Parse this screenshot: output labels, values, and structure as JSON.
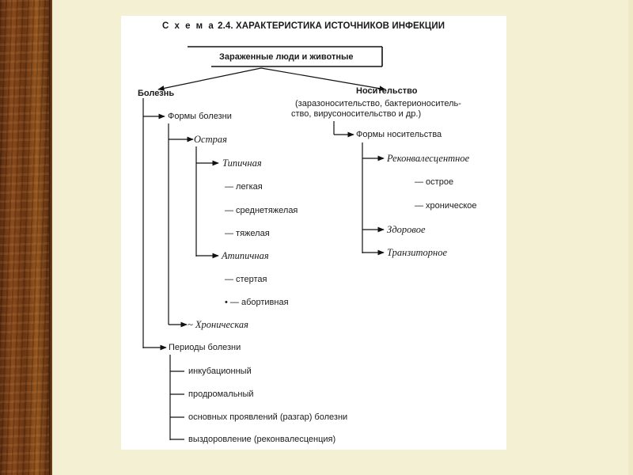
{
  "title": {
    "label": "С х е м а",
    "text": "2.4. ХАРАКТЕРИСТИКА ИСТОЧНИКОВ ИНФЕКЦИИ"
  },
  "root": "Зараженные люди и животные",
  "disease": {
    "label": "Болезнь",
    "forms": {
      "label": "Формы болезни",
      "acute": {
        "label": "Острая",
        "typical": {
          "label": "Типичная",
          "items": [
            "— легкая",
            "— среднетяжелая",
            "— тяжелая"
          ]
        },
        "atypical": {
          "label": "Атипичная",
          "items": [
            "— стертая",
            "• — абортивная"
          ]
        }
      },
      "chronic": "~ Хроническая"
    },
    "periods": {
      "label": "Периоды болезни",
      "items": [
        "инкубационный",
        "продромальный",
        "основных проявлений (разгар) болезни",
        "выздоровление (реконвалесценция)"
      ]
    }
  },
  "carrier": {
    "label": "Носительство",
    "desc_line1": "(заразоносительство, бактерионоситель-",
    "desc_line2": "ство, вирусоносительство и др.)",
    "forms": {
      "label": "Формы носительства",
      "convalescent": {
        "label": "Реконвалесцентное",
        "items": [
          "— острое",
          "— хроническое"
        ]
      },
      "healthy": "Здоровое",
      "transient": "Транзиторное"
    }
  }
}
